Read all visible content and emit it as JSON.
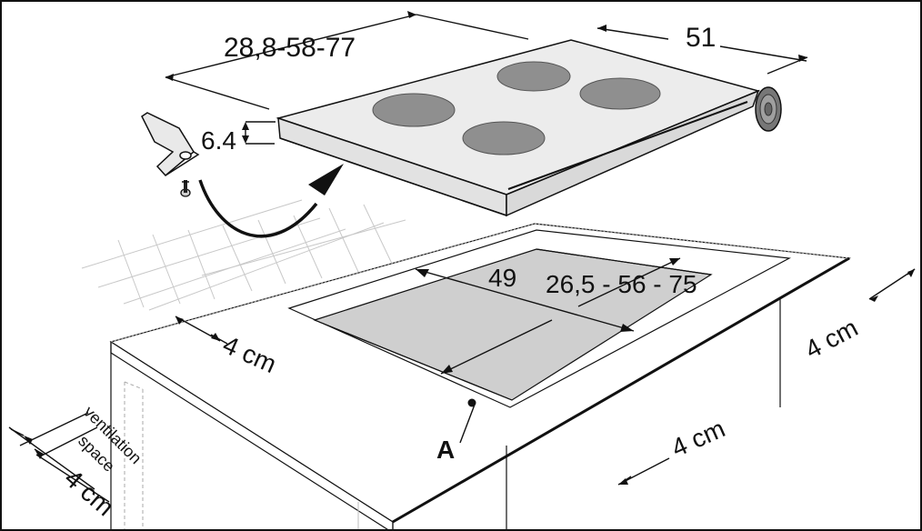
{
  "labels": {
    "dim_depth": "28,8-58-77",
    "dim_width": "51",
    "dim_height": "6.4",
    "cutout_width": "49",
    "cutout_depth": "26,5 - 56 - 75",
    "clearance_front": "4 cm",
    "clearance_right": "4 cm",
    "clearance_bottom": "4 cm",
    "clearance_rear": "4 cm",
    "ventilation_line1": "ventilation",
    "ventilation_line2": "space",
    "point_a": "A"
  },
  "colors": {
    "line": "#111111",
    "light_line": "#bdbdbd",
    "burner": "#8f8f8f",
    "cutout": "#cfcfcf",
    "top_surface": "#ececec",
    "side_surface": "#e2e2e2"
  }
}
